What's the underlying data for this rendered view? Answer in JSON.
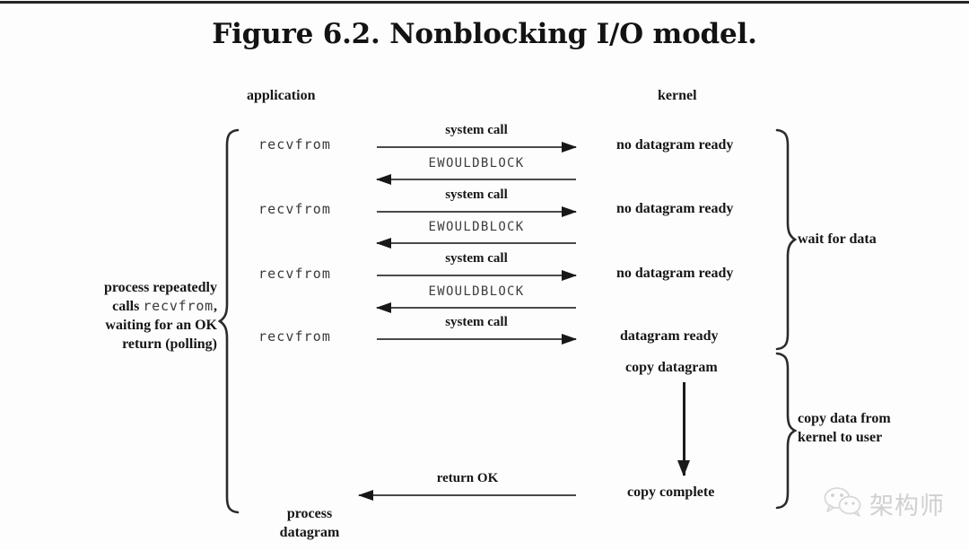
{
  "figure": {
    "title": "Figure 6.2. Nonblocking I/O model.",
    "columns": {
      "application": "application",
      "kernel": "kernel"
    }
  },
  "application_calls": [
    {
      "label": "recvfrom"
    },
    {
      "label": "recvfrom"
    },
    {
      "label": "recvfrom"
    },
    {
      "label": "recvfrom"
    }
  ],
  "kernel_states": [
    {
      "label": "no datagram ready"
    },
    {
      "label": "no datagram ready"
    },
    {
      "label": "no datagram ready"
    },
    {
      "label": "datagram ready"
    },
    {
      "label": "copy datagram"
    },
    {
      "label": "copy complete"
    }
  ],
  "arrows": [
    {
      "label": "system call",
      "direction": "right",
      "style": "serif"
    },
    {
      "label": "EWOULDBLOCK",
      "direction": "left",
      "style": "mono"
    },
    {
      "label": "system call",
      "direction": "right",
      "style": "serif"
    },
    {
      "label": "EWOULDBLOCK",
      "direction": "left",
      "style": "mono"
    },
    {
      "label": "system call",
      "direction": "right",
      "style": "serif"
    },
    {
      "label": "EWOULDBLOCK",
      "direction": "left",
      "style": "mono"
    },
    {
      "label": "system call",
      "direction": "right",
      "style": "serif"
    },
    {
      "label": "return OK",
      "direction": "left",
      "style": "serif"
    }
  ],
  "annotations": {
    "process_label_line1": "process repeatedly",
    "process_label_line2_pre": "calls ",
    "process_label_line2_mono": "recvfrom",
    "process_label_line2_post": ",",
    "process_label_line3": "waiting for an OK",
    "process_label_line4": "return (polling)",
    "wait_for_data": "wait for data",
    "copy_data_line1": "copy data from",
    "copy_data_line2": "kernel to user",
    "process_datagram_line1": "process",
    "process_datagram_line2": "datagram"
  },
  "watermark": {
    "text": "架构师",
    "icon": "wechat-icon"
  },
  "colors": {
    "background": "#fdfdfd",
    "ink": "#161616",
    "shaft": "#4a4a4a",
    "mono_ink": "#3a3a3a",
    "watermark": "#d0d0d0",
    "top_rule": "#22252a"
  }
}
